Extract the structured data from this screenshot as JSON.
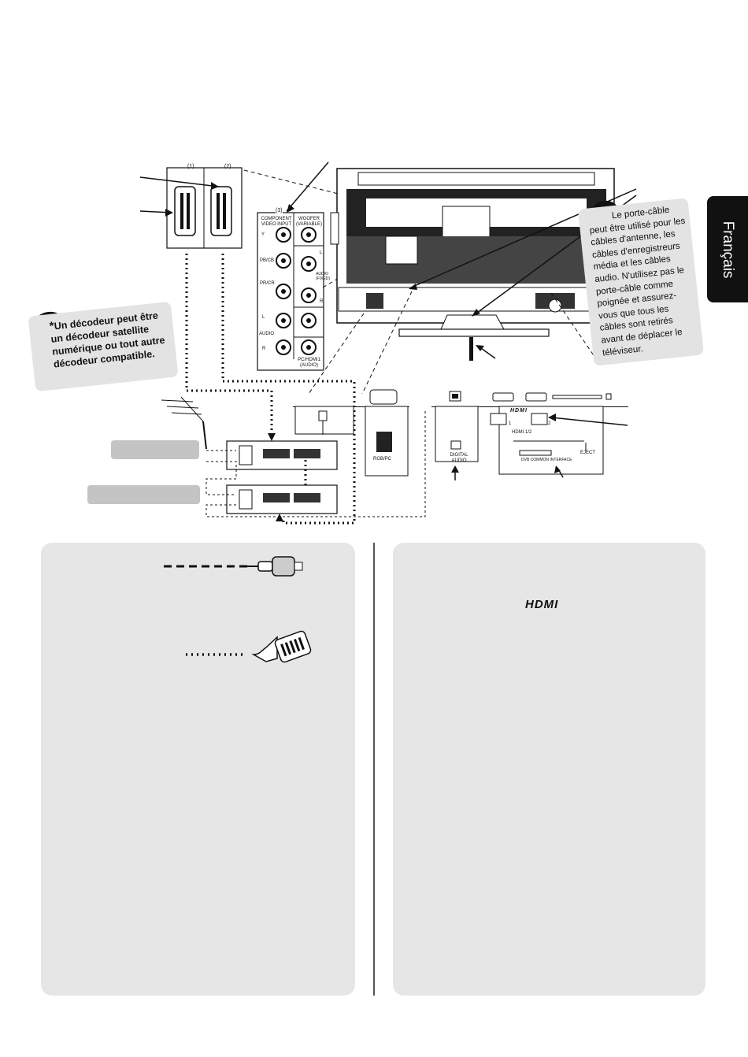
{
  "language_tab": "Français",
  "decoder_note": {
    "star": "*",
    "text": "Un décodeur peut être un décodeur satellite numérique ou tout autre décodeur compatible."
  },
  "cable_holder_note": {
    "text": "Le porte-câble peut être utilisé pour les câbles d'antenne, les câbles d'enregistreurs média et les câbles audio. N'utilisez pas le porte-câble comme poignée et assurez-vous que tous les câbles sont retirés avant de déplacer le téléviseur."
  },
  "scart_labels": {
    "s1": "(1)",
    "s2": "(2)"
  },
  "component_panel": {
    "header_left": "(3)",
    "title_left": "COMPONENT VIDEO INPUT",
    "title_right": "WOOFER (VARIABLE)",
    "y": "Y",
    "pb": "PB/CB",
    "pr": "PR/CR",
    "l": "L",
    "audio": "AUDIO",
    "r": "R",
    "right_l": "L",
    "right_r": "R",
    "audio_fixed": "AUDIO (FIXED)",
    "pc_hdmi_audio": "PC/HDMI1 (AUDIO)"
  },
  "bottom_ports": {
    "rgb_pc": "RGB/PC",
    "digital_audio": "DIGITAL AUDIO",
    "hdmi_logo": "HDMI",
    "hdmi_1": "1",
    "hdmi_2": "2",
    "hdmi_label": "HDMI 1/2",
    "eject": "EJECT",
    "dvb_ci": "DVB COMMON INTERFACE"
  },
  "hdmi_logo_panel": "HDMI"
}
